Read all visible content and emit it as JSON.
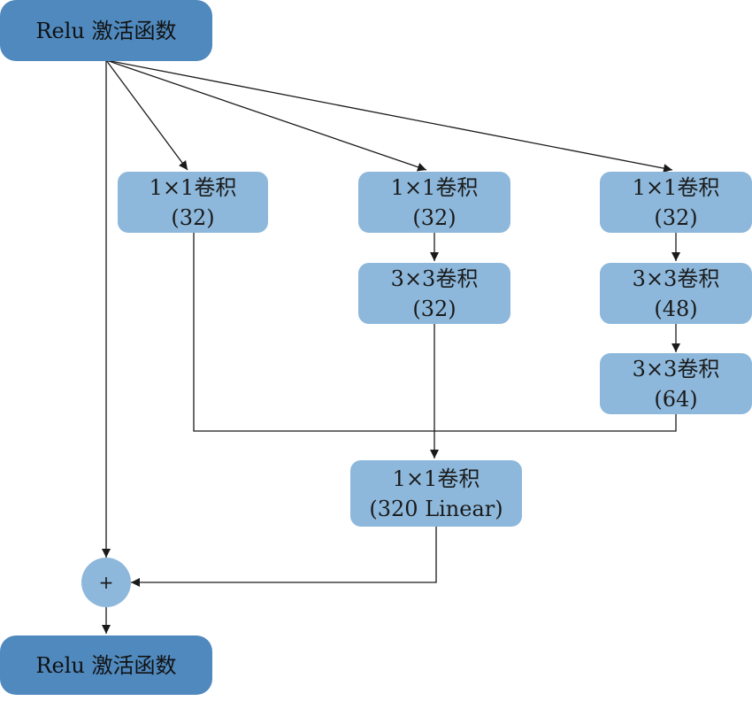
{
  "nodes": {
    "top_relu": {
      "label": "Relu 激活函数"
    },
    "bottom_relu": {
      "label": "Relu 激活函数"
    },
    "conv_b1": {
      "line1": "1×1卷积",
      "line2": "(32)"
    },
    "conv_b2_1": {
      "line1": "1×1卷积",
      "line2": "(32)"
    },
    "conv_b2_2": {
      "line1": "3×3卷积",
      "line2": "(32)"
    },
    "conv_b3_1": {
      "line1": "1×1卷积",
      "line2": "(32)"
    },
    "conv_b3_2": {
      "line1": "3×3卷积",
      "line2": "(48)"
    },
    "conv_b3_3": {
      "line1": "3×3卷积",
      "line2": "(64)"
    },
    "conv_merge": {
      "line1": "1×1卷积",
      "line2": "(320 Linear)"
    },
    "add": {
      "symbol": "+"
    }
  },
  "colors": {
    "relu_fill": "#4f89be",
    "conv_fill": "#8db8db",
    "line": "#1a1a1a"
  }
}
